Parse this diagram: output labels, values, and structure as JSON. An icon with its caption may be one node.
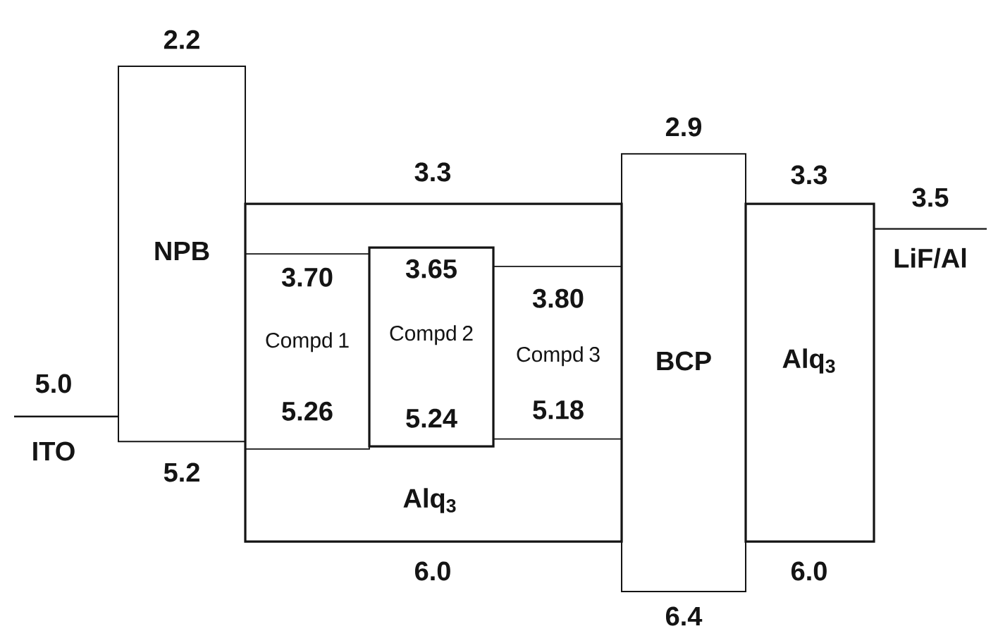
{
  "diagram": {
    "nodes": [
      {
        "text": [
          "5.0",
          "ITO"
        ]
      },
      {
        "text": [
          "NPB"
        ],
        "beside": [
          "2.2",
          "5.2"
        ]
      },
      {
        "text": [
          "Alq$_{3}$"
        ],
        "beside": [
          "3.3",
          "6.0"
        ]
      },
      {
        "text": [
          "3.70",
          "Compd 1",
          "5.26"
        ],
        "in": 2
      },
      {
        "text": [
          "3.65",
          "Compd 2",
          "5.24"
        ],
        "in": 2
      },
      {
        "text": [
          "3.80",
          "Compd 3",
          "5.18"
        ],
        "in": 2
      },
      {
        "text": [
          "BCP"
        ],
        "beside": [
          "2.9",
          "6.4"
        ]
      },
      {
        "text": [
          "Alq$_{3}$"
        ],
        "beside": [
          "3.3",
          "6.0"
        ]
      },
      {
        "text": [
          "3.5",
          "LiF/Al"
        ]
      }
    ]
  }
}
